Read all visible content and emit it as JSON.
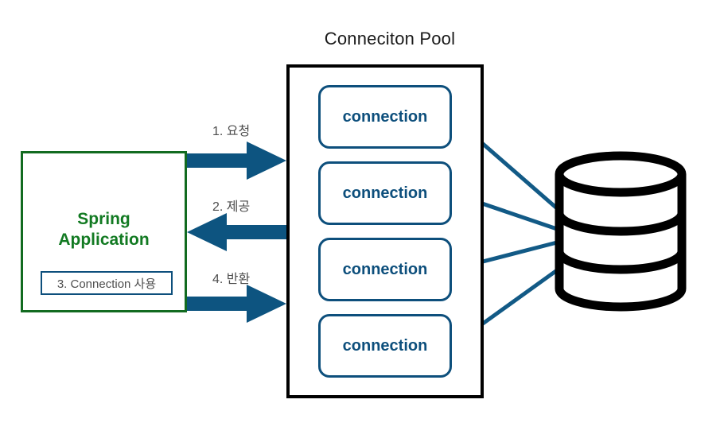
{
  "diagram": {
    "pool": {
      "title": "Conneciton Pool",
      "connections": [
        {
          "label": "connection"
        },
        {
          "label": "connection"
        },
        {
          "label": "connection"
        },
        {
          "label": "connection"
        }
      ]
    },
    "application": {
      "title_line1": "Spring",
      "title_line2": "Application",
      "inner_label": "3. Connection 사용"
    },
    "flows": [
      {
        "label": "1. 요청",
        "direction": "right"
      },
      {
        "label": "2. 제공",
        "direction": "left"
      },
      {
        "label": "4. 반환",
        "direction": "right"
      }
    ],
    "database": {
      "name": "database-cylinder"
    },
    "colors": {
      "accent_blue": "#0d4f7c",
      "app_green": "#127a22",
      "pool_black": "#000000",
      "label_gray": "#4d4d4d"
    }
  }
}
